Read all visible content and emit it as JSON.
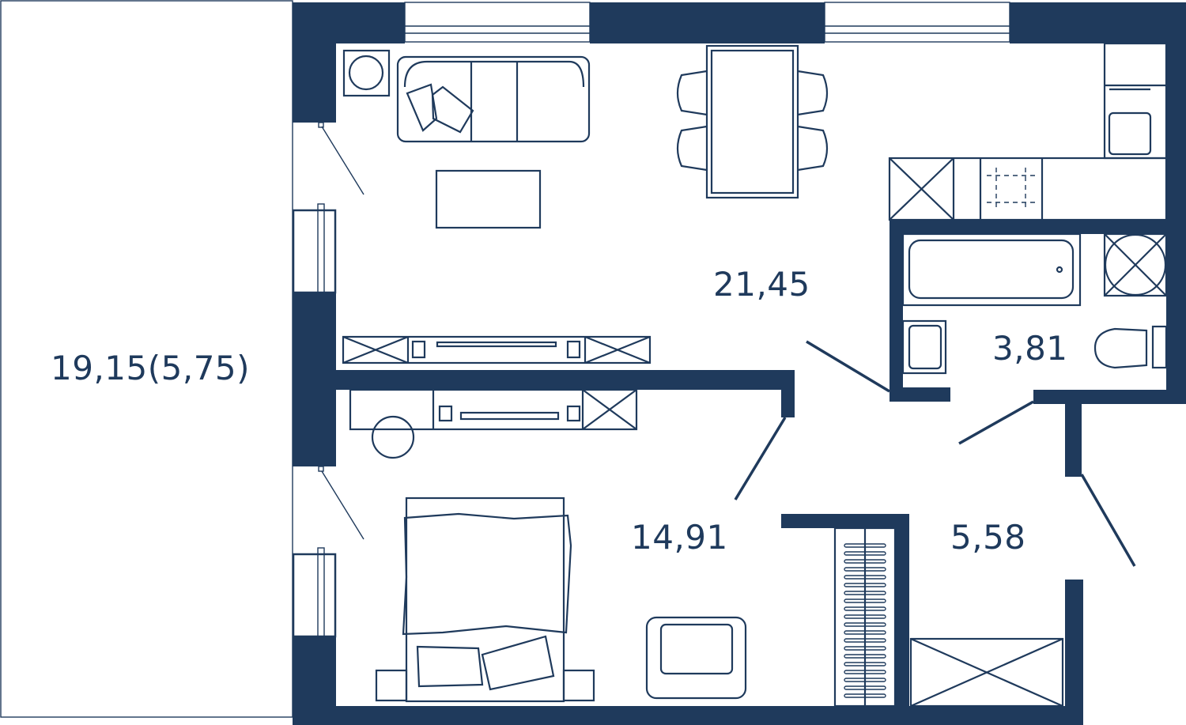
{
  "plan": {
    "wall_color": "#1f3a5c",
    "rooms": {
      "balcony": {
        "area": "19,15(5,75)"
      },
      "living_kitchen": {
        "area": "21,45"
      },
      "bathroom": {
        "area": "3,81"
      },
      "bedroom": {
        "area": "14,91"
      },
      "hallway": {
        "area": "5,58"
      }
    }
  }
}
